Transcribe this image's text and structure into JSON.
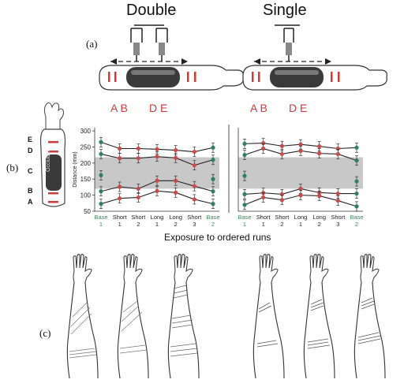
{
  "titles": {
    "left": "Double",
    "right": "Single"
  },
  "panel_labels": {
    "a": "(a)",
    "b": "(b)",
    "c": "(c)"
  },
  "panel_a": {
    "left_letters": "A B       D E",
    "right_letters": "A B       D E"
  },
  "panel_b": {
    "arm_letters": [
      "E",
      "D",
      "C",
      "B",
      "A"
    ],
    "occluder_label": "Occluder",
    "x_axis_title": "Exposure to ordered runs"
  },
  "colors": {
    "red": "#c94a4a",
    "green": "#2f8060",
    "black": "#222222",
    "band": "#c8c8c8",
    "base_tick": "#2f8f5a"
  },
  "chart_data": [
    {
      "type": "line",
      "title": "",
      "ylabel": "Distance (mm)",
      "ylim": [
        50,
        310
      ],
      "yticks": [
        50,
        100,
        150,
        200,
        250,
        300
      ],
      "grey_band": [
        120,
        218
      ],
      "categories": [
        [
          "Base",
          "1"
        ],
        [
          "Short",
          "1"
        ],
        [
          "Short",
          "2"
        ],
        [
          "Long",
          "1"
        ],
        [
          "Long",
          "2"
        ],
        [
          "Short",
          "3"
        ],
        [
          "Base",
          "2"
        ]
      ],
      "series": [
        {
          "color": "red",
          "values": [
            265,
            245,
            245,
            243,
            240,
            235,
            248
          ]
        },
        {
          "color": "red",
          "values": [
            228,
            215,
            215,
            220,
            216,
            193,
            210
          ]
        },
        {
          "color": "green",
          "values": [
            162,
            null,
            null,
            null,
            null,
            null,
            150
          ]
        },
        {
          "color": "red",
          "values": [
            112,
            126,
            120,
            145,
            145,
            128,
            112
          ]
        },
        {
          "color": "red",
          "values": [
            73,
            90,
            93,
            113,
            108,
            87,
            73
          ]
        }
      ]
    },
    {
      "type": "line",
      "title": "",
      "ylabel": "",
      "ylim": [
        50,
        310
      ],
      "grey_band": [
        120,
        218
      ],
      "categories": [
        [
          "Base",
          "1"
        ],
        [
          "Short",
          "1"
        ],
        [
          "Short",
          "2"
        ],
        [
          "Long",
          "1"
        ],
        [
          "Long",
          "2"
        ],
        [
          "Short",
          "3"
        ],
        [
          "Base",
          "2"
        ]
      ],
      "series": [
        {
          "color": "red",
          "values": [
            260,
            262,
            253,
            258,
            252,
            245,
            248
          ]
        },
        {
          "color": "red",
          "values": [
            225,
            245,
            228,
            238,
            230,
            228,
            208
          ]
        },
        {
          "color": "green",
          "values": [
            160,
            null,
            null,
            null,
            null,
            null,
            143
          ]
        },
        {
          "color": "red",
          "values": [
            103,
            107,
            103,
            120,
            108,
            105,
            105
          ]
        },
        {
          "color": "red",
          "values": [
            70,
            93,
            85,
            100,
            98,
            83,
            65
          ]
        }
      ]
    }
  ]
}
